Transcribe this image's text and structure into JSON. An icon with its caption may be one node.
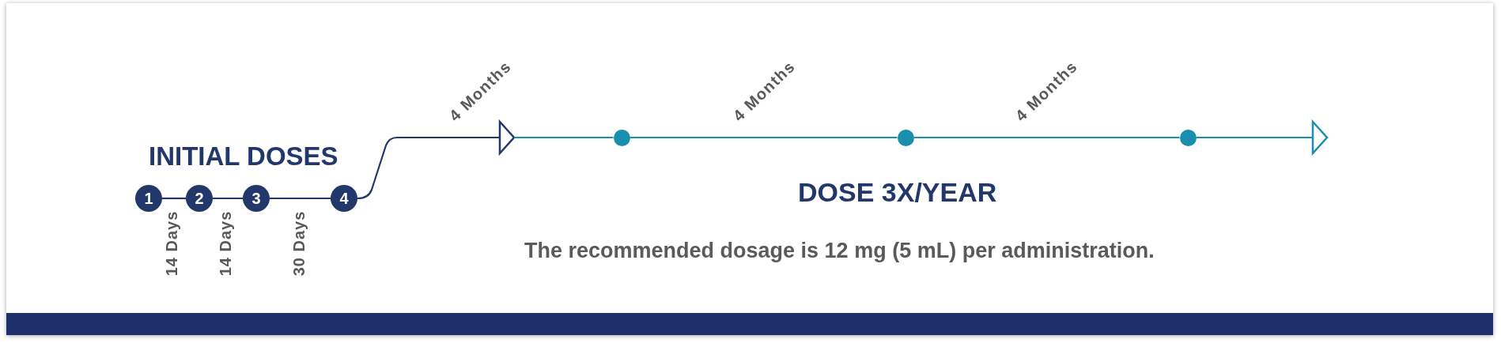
{
  "diagram": {
    "nodes": [
      {
        "text": [
          "1"
        ]
      },
      {
        "text": [
          "2"
        ]
      },
      {
        "text": [
          "3"
        ]
      },
      {
        "text": [
          "4"
        ]
      },
      {
        "text": [],
        "shape": "circle"
      },
      {
        "text": [],
        "shape": "circle"
      },
      {
        "text": [],
        "shape": "circle"
      }
    ],
    "edges": [
      {
        "from": 0,
        "to": 1,
        "arrow": "none",
        "label": "14 Days"
      },
      {
        "from": 1,
        "to": 2,
        "arrow": "none",
        "label": "14 Days"
      },
      {
        "from": 2,
        "to": 3,
        "arrow": "none",
        "label": "30 Days"
      },
      {
        "from": 3,
        "to": null,
        "arrow": "to",
        "label": "4 Months"
      },
      {
        "from": null,
        "to": 4,
        "arrow": "none",
        "color": "#1b8fac"
      },
      {
        "from": 4,
        "to": 5,
        "arrow": "none",
        "label": "4 Months",
        "color": "#1b8fac"
      },
      {
        "from": 5,
        "to": 6,
        "arrow": "none",
        "label": "4 Months",
        "color": "#1b8fac"
      },
      {
        "from": 6,
        "to": null,
        "arrow": "to",
        "color": "#1b8fac"
      }
    ],
    "labels": [
      "INITIAL DOSES",
      "DOSE 3X/YEAR",
      "The recommended dosage is 12 mg (5 mL) per administration."
    ]
  }
}
